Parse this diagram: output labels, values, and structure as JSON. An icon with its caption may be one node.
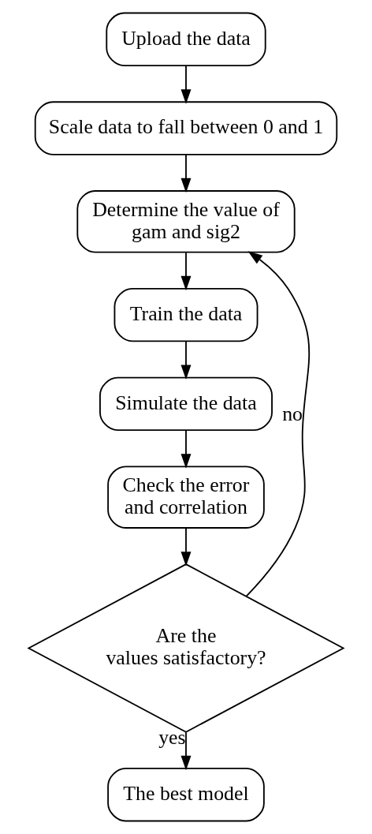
{
  "diagram": {
    "nodes": [
      {
        "text": [
          "Upload the data"
        ]
      },
      {
        "text": [
          "Scale data to fall between 0 and 1"
        ]
      },
      {
        "text": [
          "Determine the value of gam and sig2"
        ]
      },
      {
        "text": [
          "Train the data"
        ]
      },
      {
        "text": [
          "Simulate the data"
        ]
      },
      {
        "text": [
          "Check the error and correlation"
        ]
      },
      {
        "text": [
          "Are the values satisfactory?"
        ]
      },
      {
        "text": [
          "The best model"
        ]
      }
    ],
    "edges": [
      {
        "from": 0,
        "to": 1,
        "arrow": "to"
      },
      {
        "from": 1,
        "to": 2,
        "arrow": "to"
      },
      {
        "from": 2,
        "to": 3,
        "arrow": "to"
      },
      {
        "from": 3,
        "to": 4,
        "arrow": "to"
      },
      {
        "from": 4,
        "to": 5,
        "arrow": "to"
      },
      {
        "from": 5,
        "to": 6,
        "arrow": "to"
      },
      {
        "from": 6,
        "to": 2,
        "arrow": "to",
        "label": "no"
      },
      {
        "from": 6,
        "to": 7,
        "arrow": "to",
        "label": "yes"
      }
    ]
  }
}
